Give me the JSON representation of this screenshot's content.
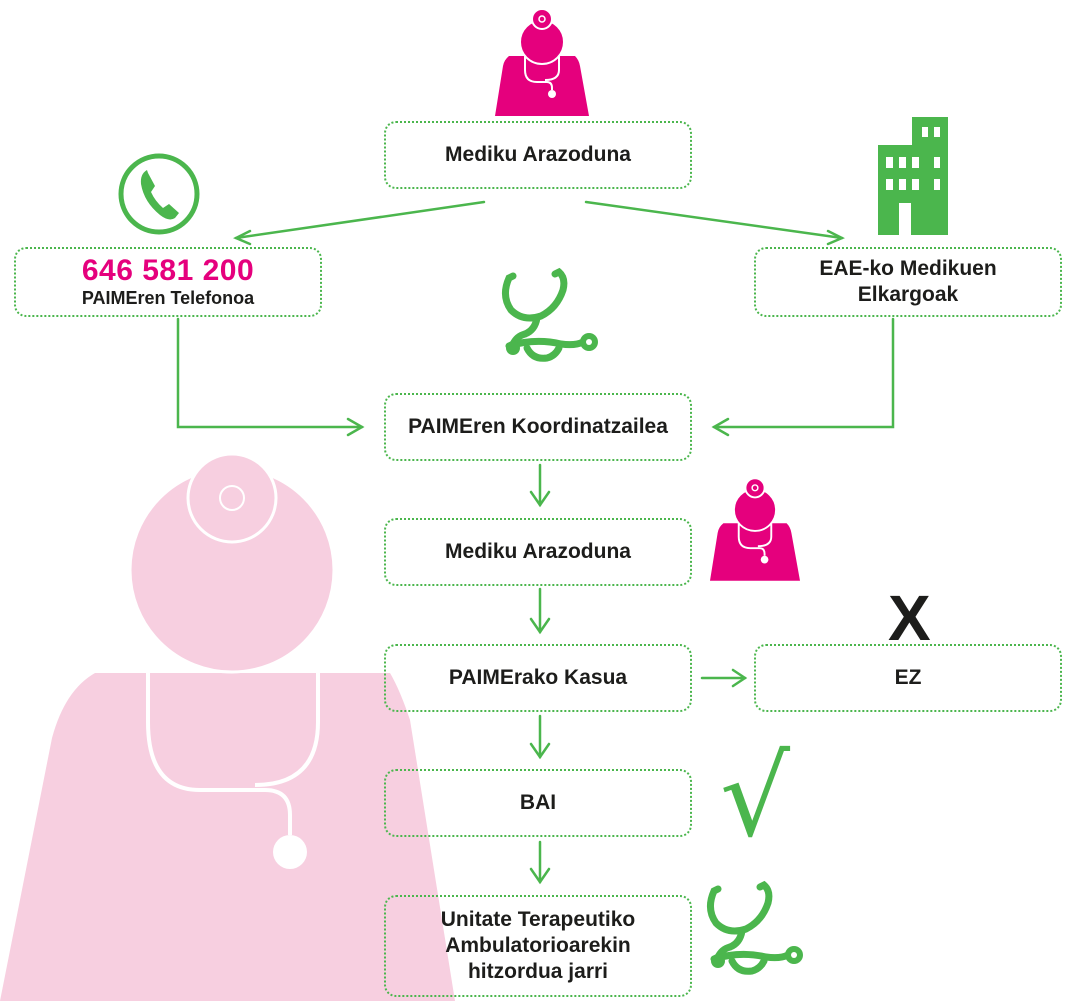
{
  "nodes": {
    "top_doctor": "Mediku Arazoduna",
    "phone": {
      "number": "646 581 200",
      "label": "PAIMEren Telefonoa"
    },
    "colleges": {
      "line1": "EAE-ko Medikuen",
      "line2": "Elkargoak"
    },
    "coordinator": "PAIMEren Koordinatzailea",
    "doctor2": "Mediku Arazoduna",
    "case": "PAIMErako Kasua",
    "no": "EZ",
    "yes": "BAI",
    "appointment": {
      "line1": "Unitate Terapeutiko",
      "line2": "Ambulatorioarekin",
      "line3": "hitzordua jarri"
    }
  },
  "symbols": {
    "x_mark": "X",
    "check_mark": "√"
  },
  "icons": [
    "doctor-icon",
    "phone-icon",
    "building-icon",
    "stethoscope-icon",
    "x-icon",
    "check-icon"
  ],
  "colors": {
    "accent_green": "#4bb64d",
    "magenta": "#e5007d",
    "light_pink": "#f7cfe0",
    "text": "#1d1d1b"
  }
}
